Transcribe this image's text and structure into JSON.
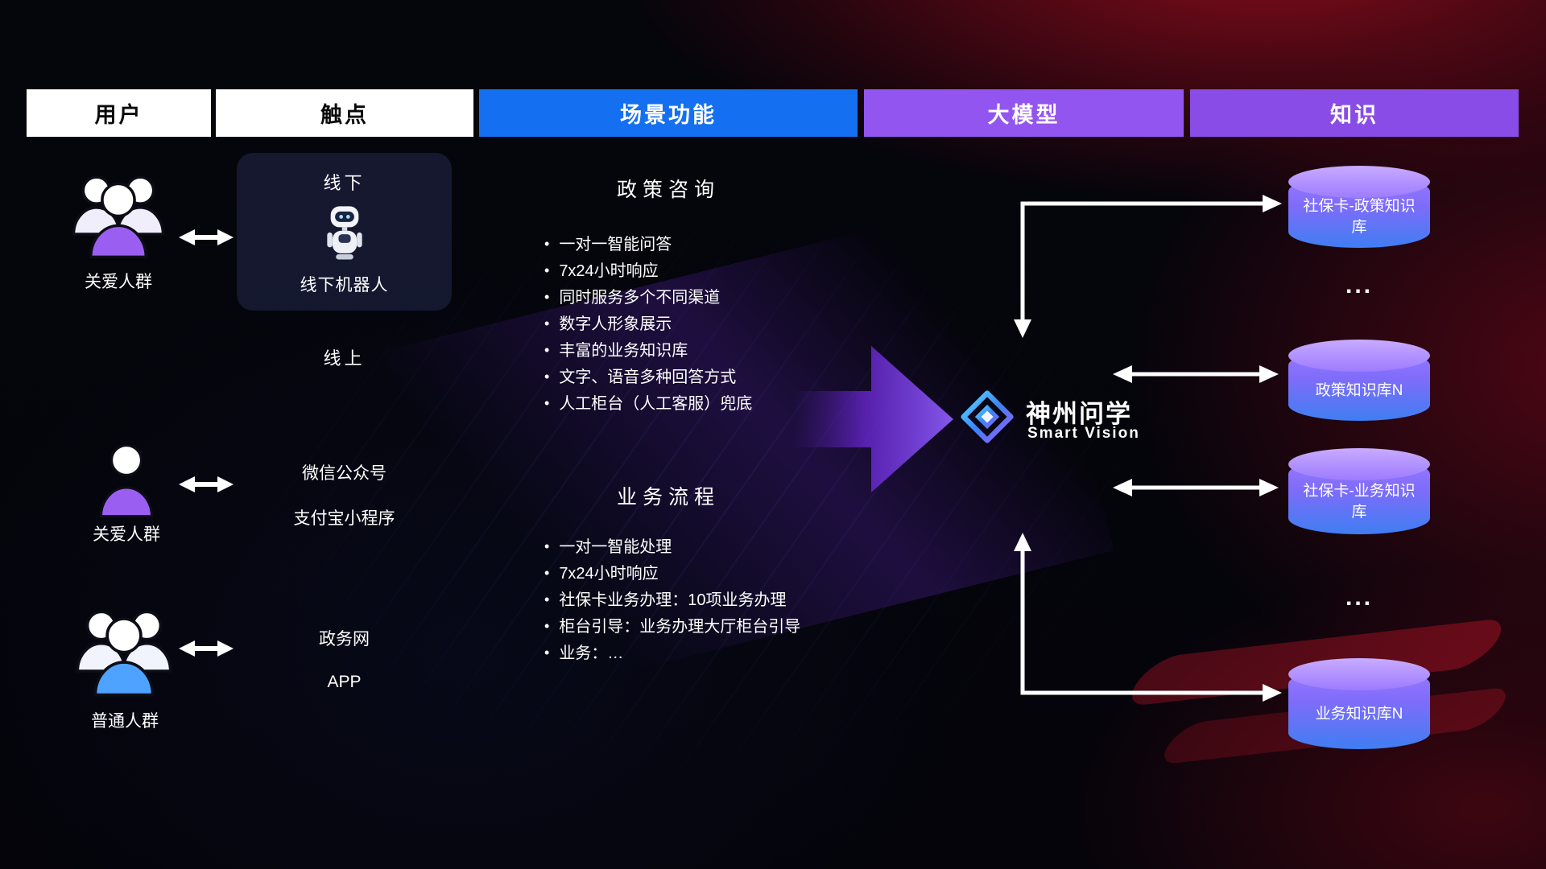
{
  "headers": {
    "users": "用户",
    "touchpoints": "触点",
    "scenes": "场景功能",
    "model": "大模型",
    "knowledge": "知识"
  },
  "users": {
    "group1": "关爱人群",
    "group2": "关爱人群",
    "group3": "普通人群"
  },
  "touchpoints": {
    "offline_title": "线下",
    "offline_robot": "线下机器人",
    "online_title": "线上",
    "items": [
      "微信公众号",
      "支付宝小程序",
      "政务网",
      "APP"
    ]
  },
  "scenes": {
    "policy": {
      "title": "政策咨询",
      "items": [
        "一对一智能问答",
        "7x24小时响应",
        "同时服务多个不同渠道",
        "数字人形象展示",
        "丰富的业务知识库",
        "文字、语音多种回答方式",
        "人工柜台（人工客服）兜底"
      ]
    },
    "business": {
      "title": "业务流程",
      "items": [
        "一对一智能处理",
        "7x24小时响应",
        "社保卡业务办理：10项业务办理",
        "柜台引导：业务办理大厅柜台引导",
        "业务：…"
      ]
    }
  },
  "model": {
    "name": "神州问学",
    "subtitle": "Smart Vision"
  },
  "knowledge": {
    "db1": "社保卡-政策知识库",
    "dots1": "...",
    "db2": "政策知识库N",
    "db3": "社保卡-业务知识库",
    "dots2": "...",
    "db4": "业务知识库N"
  },
  "colors": {
    "scene_header_bg": "#1470f0",
    "model_header_bg": "#9355f0",
    "knowledge_header_bg": "#8a4ce6",
    "cylinder_top": "#b793ff",
    "cylinder_bottom": "#3f7ef2",
    "purple_person": "#9a5ff0",
    "blue_person": "#4da3ff",
    "flow_arrow_purple": "#8b5cf6",
    "background_red_glow": "#8a0f1e"
  }
}
